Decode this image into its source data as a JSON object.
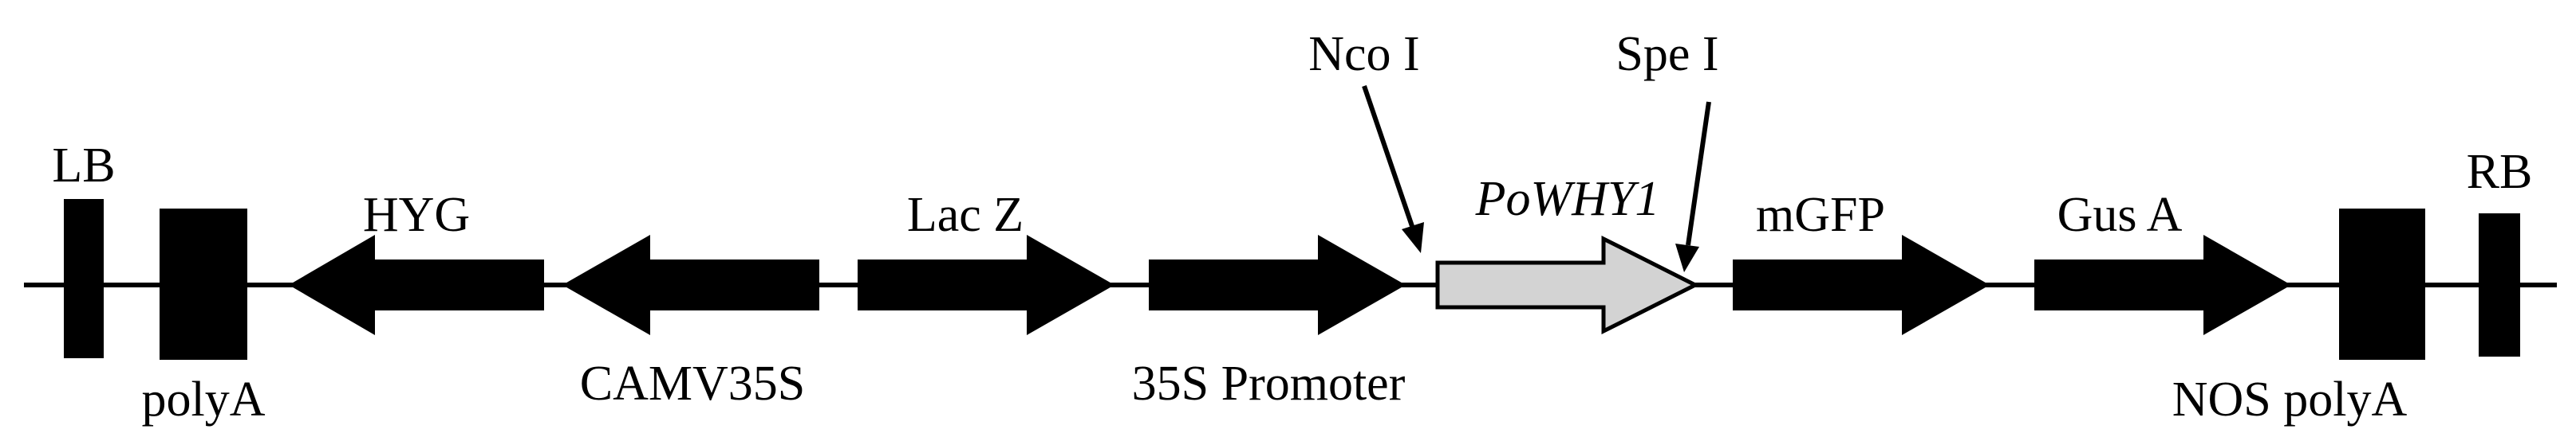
{
  "colors": {
    "element": "#000000",
    "insert_fill": "#d3d3d3",
    "background": "#ffffff"
  },
  "borders": {
    "left": "LB",
    "right": "RB"
  },
  "elements": [
    {
      "id": "polya-left",
      "label": "polyA",
      "shape": "block",
      "italic": false
    },
    {
      "id": "hyg",
      "label": "HYG",
      "shape": "arrow",
      "direction": "left",
      "italic": false
    },
    {
      "id": "camv35s",
      "label": "CAMV35S",
      "shape": "arrow",
      "direction": "left",
      "italic": false
    },
    {
      "id": "lacz",
      "label": "Lac Z",
      "shape": "arrow",
      "direction": "right",
      "italic": false
    },
    {
      "id": "promoter",
      "label": "35S Promoter",
      "shape": "arrow",
      "direction": "right",
      "italic": false
    },
    {
      "id": "powhy1",
      "label": "PoWHY1",
      "shape": "arrow",
      "direction": "right",
      "italic": true,
      "highlight": true
    },
    {
      "id": "mgfp",
      "label": "mGFP",
      "shape": "arrow",
      "direction": "right",
      "italic": false
    },
    {
      "id": "gusa",
      "label": "Gus A",
      "shape": "arrow",
      "direction": "right",
      "italic": false
    },
    {
      "id": "nos-polya",
      "label": "NOS polyA",
      "shape": "block",
      "italic": false
    }
  ],
  "sites": [
    {
      "id": "ncoi",
      "label": "Nco I"
    },
    {
      "id": "spei",
      "label": "Spe I"
    }
  ]
}
